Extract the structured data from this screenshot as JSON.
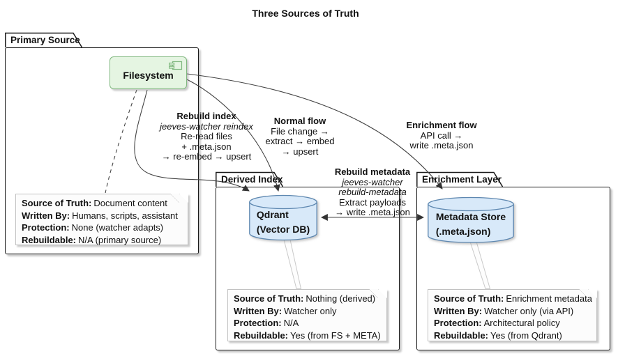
{
  "title": "Three Sources of Truth",
  "packages": {
    "primary": {
      "label": "Primary Source"
    },
    "derived": {
      "label": "Derived Index"
    },
    "enrichment": {
      "label": "Enrichment Layer"
    }
  },
  "nodes": {
    "filesystem": {
      "type": "component",
      "label": "Filesystem"
    },
    "qdrant": {
      "type": "database",
      "label": "Qdrant",
      "sublabel": "(Vector DB)"
    },
    "metadata_store": {
      "type": "database",
      "label": "Metadata Store",
      "sublabel": "(.meta.json)"
    }
  },
  "edges": {
    "rebuild_index": {
      "title": "Rebuild index",
      "l2": "jeeves-watcher reindex",
      "l3": "Re-read files",
      "l4": "+ .meta.json",
      "l5": "→ re-embed → upsert"
    },
    "normal_flow": {
      "title": "Normal flow",
      "l2": "File change →",
      "l3": "extract → embed",
      "l4": "→ upsert"
    },
    "enrichment_flow": {
      "title": "Enrichment flow",
      "l2": "API call →",
      "l3": "write .meta.json"
    },
    "rebuild_metadata": {
      "title": "Rebuild metadata",
      "l2": "jeeves-watcher",
      "l3": "rebuild-metadata",
      "l4": "Extract payloads",
      "l5": "→ write .meta.json"
    }
  },
  "notes": {
    "primary": {
      "rows": [
        {
          "k": "Source of Truth:",
          "v": "Document content"
        },
        {
          "k": "Written By:",
          "v": "Humans, scripts, assistant"
        },
        {
          "k": "Protection:",
          "v": "None (watcher adapts)"
        },
        {
          "k": "Rebuildable:",
          "v": "N/A (primary source)"
        }
      ]
    },
    "derived": {
      "rows": [
        {
          "k": "Source of Truth:",
          "v": "Nothing (derived)"
        },
        {
          "k": "Written By:",
          "v": "Watcher only"
        },
        {
          "k": "Protection:",
          "v": "N/A"
        },
        {
          "k": "Rebuildable:",
          "v": "Yes (from FS + META)"
        }
      ]
    },
    "enrichment": {
      "rows": [
        {
          "k": "Source of Truth:",
          "v": "Enrichment metadata"
        },
        {
          "k": "Written By:",
          "v": "Watcher only (via API)"
        },
        {
          "k": "Protection:",
          "v": "Architectural policy"
        },
        {
          "k": "Rebuildable:",
          "v": "Yes (from Qdrant)"
        }
      ]
    }
  },
  "colors": {
    "component_fill": "#E5F5E2",
    "component_border": "#7FB77E",
    "database_fill": "#D8E9F9",
    "database_border": "#5D87B0",
    "note_fill": "#FCFCFC",
    "note_border": "#C2C2C2",
    "line": "#434343",
    "package_border": "#1A1A1A"
  }
}
